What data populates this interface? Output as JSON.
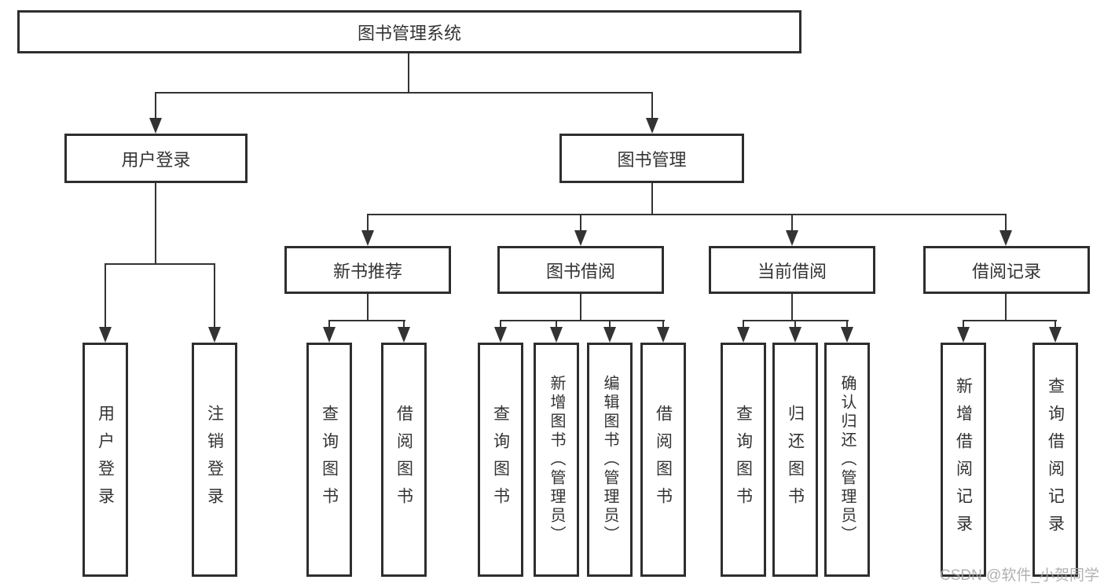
{
  "diagram": {
    "nodes": {
      "root": "图书管理系统",
      "user_login": "用户登录",
      "book_mgmt": "图书管理",
      "new_book_rec": "新书推荐",
      "book_borrow": "图书借阅",
      "current_borrow": "当前借阅",
      "borrow_records": "借阅记录"
    },
    "leaves": {
      "user_login": [
        "用户登录",
        "注销登录"
      ],
      "new_book_rec": [
        "查询图书",
        "借阅图书"
      ],
      "book_borrow": [
        "查询图书",
        "新增图书（管理员）",
        "编辑图书（管理员）",
        "借阅图书"
      ],
      "current_borrow": [
        "查询图书",
        "归还图书",
        "确认归还（管理员）"
      ],
      "borrow_records": [
        "新增借阅记录",
        "查询借阅记录"
      ]
    },
    "watermark": "CSDN @软件_小贺同学",
    "colors": {
      "line": "#333333",
      "box_border": "#2e2e2e",
      "box_bg": "#ffffff",
      "text": "#333333",
      "watermark": "#a8a8a8"
    }
  }
}
